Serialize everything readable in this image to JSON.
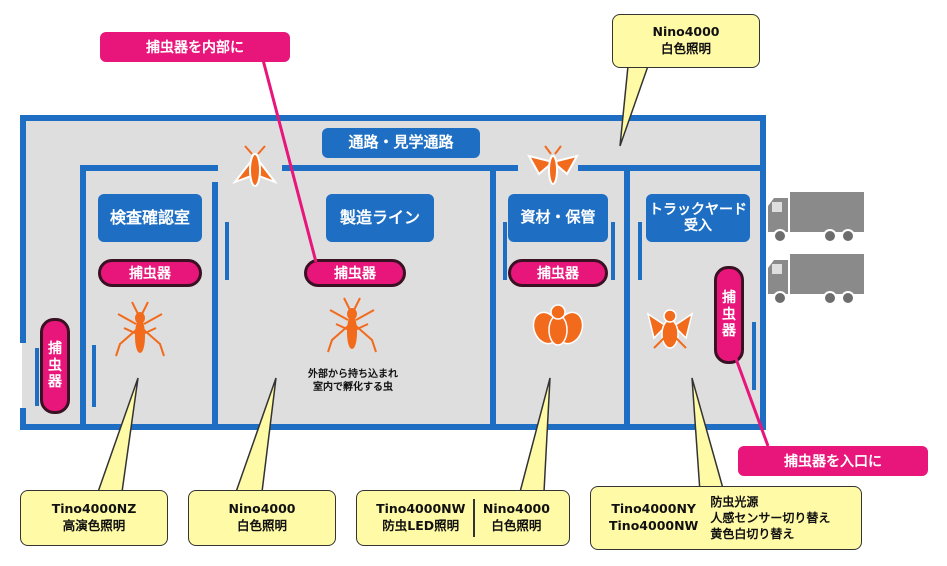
{
  "rooms": {
    "corridor": "通路・見学通路",
    "inspection": "検査確認室",
    "production": "製造ライン",
    "materials": "資材・保管",
    "truckyard_line1": "トラックヤード",
    "truckyard_line2": "受入"
  },
  "traps": {
    "inspection": "捕虫器",
    "production": "捕虫器",
    "materials": "捕虫器",
    "entrance_left": [
      "捕",
      "虫",
      "器"
    ],
    "entrance_right": [
      "捕",
      "虫",
      "器"
    ]
  },
  "labels": {
    "inside": "捕虫器を内部に",
    "entrance": "捕虫器を入口に"
  },
  "note": {
    "line1": "外部から持ち込まれ",
    "line2": "室内で孵化する虫"
  },
  "callouts": {
    "top": {
      "line1": "Nino4000",
      "line2": "白色照明"
    },
    "c1": {
      "line1": "Tino4000NZ",
      "line2": "高演色照明"
    },
    "c2": {
      "line1": "Nino4000",
      "line2": "白色照明"
    },
    "c3": {
      "left1": "Tino4000NW",
      "left2": "防虫LED照明",
      "right1": "Nino4000",
      "right2": "白色照明"
    },
    "c4": {
      "left1": "Tino4000NY",
      "left2": "Tino4000NW",
      "right1": "防虫光源",
      "right2": "人感センサー切り替え",
      "right3": "黄色白切り替え"
    }
  },
  "icons": [
    "moth-icon",
    "moth-icon",
    "mosquito-icon",
    "mosquito-icon",
    "fly-icon",
    "fly-icon",
    "truck-icon",
    "truck-icon"
  ],
  "colors": {
    "wall": "#1e6fc4",
    "floor": "#dedede",
    "trap": "#e8157a",
    "insect": "#f26b1d",
    "callout": "#fffaa6",
    "truck": "#8a8a8a"
  }
}
